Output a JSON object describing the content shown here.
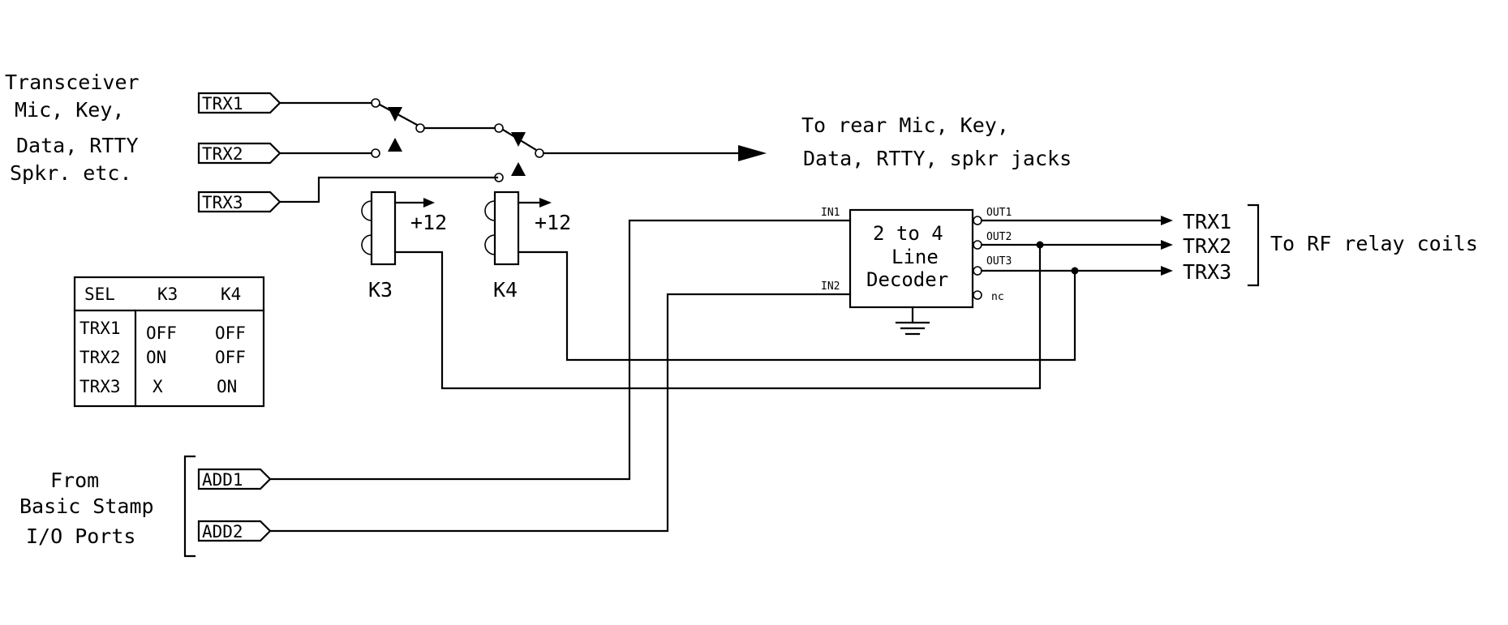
{
  "labels": {
    "transceiver": [
      "Transceiver",
      "Mic, Key,",
      "Data, RTTY",
      "Spkr. etc."
    ],
    "rear": [
      "To rear Mic, Key,",
      "Data, RTTY, spkr jacks"
    ],
    "from": [
      "From",
      "Basic Stamp",
      "I/O Ports"
    ],
    "rf_relay": "To RF relay coils"
  },
  "inputs": [
    "TRX1",
    "TRX2",
    "TRX3"
  ],
  "address_ports": [
    "ADD1",
    "ADD2"
  ],
  "relays": {
    "k3": {
      "name": "K3",
      "supply": "+12"
    },
    "k4": {
      "name": "K4",
      "supply": "+12"
    }
  },
  "decoder": {
    "title": [
      "2 to 4",
      "Line",
      "Decoder"
    ],
    "pins": {
      "in1": "IN1",
      "in2": "IN2",
      "out1": "OUT1",
      "out2": "OUT2",
      "out3": "OUT3",
      "nc": "nc"
    }
  },
  "outputs": [
    "TRX1",
    "TRX2",
    "TRX3"
  ],
  "truth_table": {
    "headers": [
      "SEL",
      "K3",
      "K4"
    ],
    "rows": [
      [
        "TRX1",
        "OFF",
        "OFF"
      ],
      [
        "TRX2",
        "ON",
        "OFF"
      ],
      [
        "TRX3",
        "X",
        "ON"
      ]
    ]
  }
}
